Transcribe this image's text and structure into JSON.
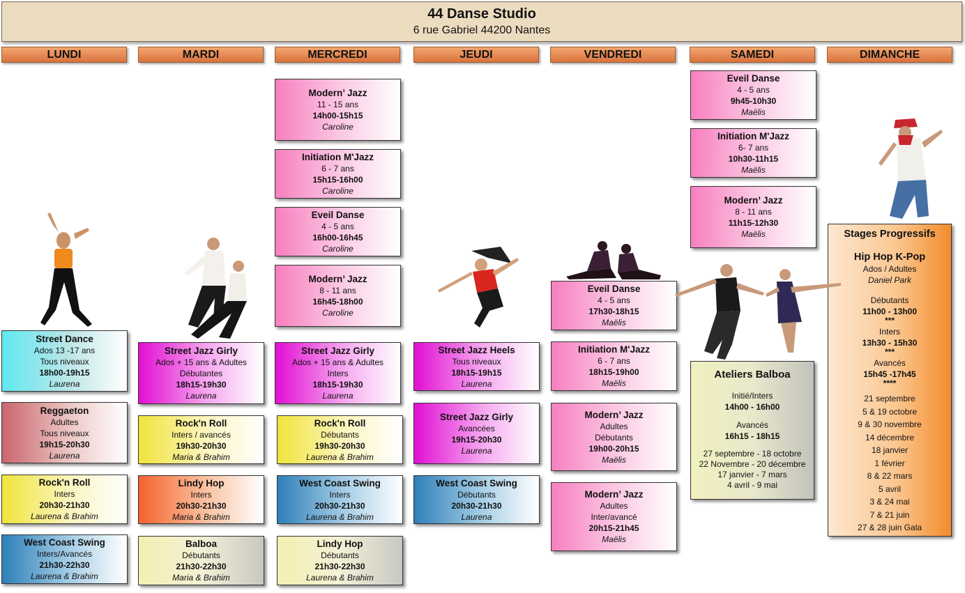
{
  "header": {
    "title": "44 Danse Studio",
    "address": "6 rue Gabriel 44200 Nantes"
  },
  "days": [
    "LUNDI",
    "MARDI",
    "MERCREDI",
    "JEUDI",
    "VENDREDI",
    "SAMEDI",
    "DIMANCHE"
  ],
  "lundi": [
    {
      "title": "Street Dance",
      "lines": [
        "Ados 13 -17 ans",
        "Tous niveaux"
      ],
      "time": "18h00-19h15",
      "teacher": "Laurena"
    },
    {
      "title": "Reggaeton",
      "lines": [
        "Adultes",
        "Tous niveaux"
      ],
      "time": "19h15-20h30",
      "teacher": "Laurena"
    },
    {
      "title": "Rock'n Roll",
      "lines": [
        "Inters"
      ],
      "time": "20h30-21h30",
      "teacher": "Laurena & Brahim"
    },
    {
      "title": "West Coast Swing",
      "lines": [
        "Inters/Avancés"
      ],
      "time": "21h30-22h30",
      "teacher": "Laurena & Brahim"
    }
  ],
  "mardi": [
    {
      "title": "Street Jazz Girly",
      "lines": [
        "Ados + 15 ans & Adultes",
        "Débutantes"
      ],
      "time": "18h15-19h30",
      "teacher": "Laurena"
    },
    {
      "title": "Rock'n Roll",
      "lines": [
        "Inters / avancés"
      ],
      "time": "19h30-20h30",
      "teacher": "Maria & Brahim"
    },
    {
      "title": "Lindy Hop",
      "lines": [
        "Inters"
      ],
      "time": "20h30-21h30",
      "teacher": "Maria & Brahim"
    },
    {
      "title": "Balboa",
      "lines": [
        "Débutants"
      ],
      "time": "21h30-22h30",
      "teacher": "Maria & Brahim"
    }
  ],
  "mercredi": [
    {
      "title": "Modern’ Jazz",
      "lines": [
        "11 - 15 ans"
      ],
      "time": "14h00-15h15",
      "teacher": "Caroline"
    },
    {
      "title": "Initiation M'Jazz",
      "lines": [
        "6 - 7 ans"
      ],
      "time": "15h15-16h00",
      "teacher": "Caroline"
    },
    {
      "title": "Eveil Danse",
      "lines": [
        "4 - 5 ans"
      ],
      "time": "16h00-16h45",
      "teacher": "Caroline"
    },
    {
      "title": "Modern’ Jazz",
      "lines": [
        "8 - 11 ans"
      ],
      "time": "16h45-18h00",
      "teacher": "Caroline"
    },
    {
      "title": "Street Jazz Girly",
      "lines": [
        "Ados + 15 ans & Adultes",
        "Inters"
      ],
      "time": "18h15-19h30",
      "teacher": "Laurena"
    },
    {
      "title": "Rock'n Roll",
      "lines": [
        "Débutants"
      ],
      "time": "19h30-20h30",
      "teacher": "Laurena & Brahim"
    },
    {
      "title": "West Coast Swing",
      "lines": [
        "Inters"
      ],
      "time": "20h30-21h30",
      "teacher": "Laurena & Brahim"
    },
    {
      "title": "Lindy Hop",
      "lines": [
        "Débutants"
      ],
      "time": "21h30-22h30",
      "teacher": "Laurena & Brahim"
    }
  ],
  "jeudi": [
    {
      "title": "Street Jazz Heels",
      "lines": [
        "Tous niveaux"
      ],
      "time": "18h15-19h15",
      "teacher": "Laurena"
    },
    {
      "title": "Street Jazz Girly",
      "lines": [
        "Avancées"
      ],
      "time": "19h15-20h30",
      "teacher": "Laurena"
    },
    {
      "title": "West Coast Swing",
      "lines": [
        "Débutants"
      ],
      "time": "20h30-21h30",
      "teacher": "Laurena"
    }
  ],
  "vendredi": [
    {
      "title": "Eveil Danse",
      "lines": [
        "4 - 5 ans"
      ],
      "time": "17h30-18h15",
      "teacher": "Maëlis"
    },
    {
      "title": "Initiation M'Jazz",
      "lines": [
        "6 - 7 ans"
      ],
      "time": "18h15-19h00",
      "teacher": "Maëlis"
    },
    {
      "title": "Modern’ Jazz",
      "lines": [
        "Adultes",
        "Débutants"
      ],
      "time": "19h00-20h15",
      "teacher": "Maëlis"
    },
    {
      "title": "Modern’ Jazz",
      "lines": [
        "Adultes",
        "Inter/avancé"
      ],
      "time": "20h15-21h45",
      "teacher": "Maëlis"
    }
  ],
  "samedi": [
    {
      "title": "Eveil Danse",
      "lines": [
        "4 - 5 ans"
      ],
      "time": "9h45-10h30",
      "teacher": "Maëlis"
    },
    {
      "title": "Initiation M'Jazz",
      "lines": [
        "6- 7 ans"
      ],
      "time": "10h30-11h15",
      "teacher": "Maëlis"
    },
    {
      "title": "Modern’ Jazz",
      "lines": [
        "8 - 11 ans"
      ],
      "time": "11h15-12h30",
      "teacher": "Maëlis"
    }
  ],
  "ateliers": {
    "title": "Ateliers Balboa",
    "level1": "Initié/Inters",
    "time1": "14h00 - 16h00",
    "level2": "Avancés",
    "time2": "16h15 - 18h15",
    "dates": [
      "27 septembre - 18 octobre",
      "22 Novembre - 20 décembre",
      "17 janvier - 7 mars",
      "4 avril - 9 mai"
    ]
  },
  "stages": {
    "title": "Stages Progressifs",
    "subtitle": "Hip Hop K-Pop",
    "audience": "Ados / Adultes",
    "teacher": "Daniel Park",
    "levels": [
      {
        "name": "Débutants",
        "time": "11h00 - 13h00",
        "stars": "***"
      },
      {
        "name": "Inters",
        "time": "13h30 - 15h30",
        "stars": "***"
      },
      {
        "name": "Avancés",
        "time": "15h45 -17h45",
        "stars": "****"
      }
    ],
    "dates": [
      "21 septembre",
      "5 & 19 octobre",
      "9 & 30 novembre",
      "14 décembre",
      "18 janvier",
      "1 février",
      "8 & 22 mars",
      "5 avril",
      "3 & 24 mai",
      "7 & 21 juin",
      "27 & 28 juin Gala"
    ]
  },
  "colors": {
    "pink": "#f77fbf",
    "magenta": "#e10fd3",
    "yellow": "#f0e43c",
    "blue": "#2e7fb9",
    "cyan": "#5fe8f0",
    "rose": "#c9656c",
    "orange": "#f4642e",
    "cream": "#f4efb0",
    "day_header": "#e2834a",
    "header_bg": "#ecdcbf",
    "stages": "#f38c2c"
  }
}
